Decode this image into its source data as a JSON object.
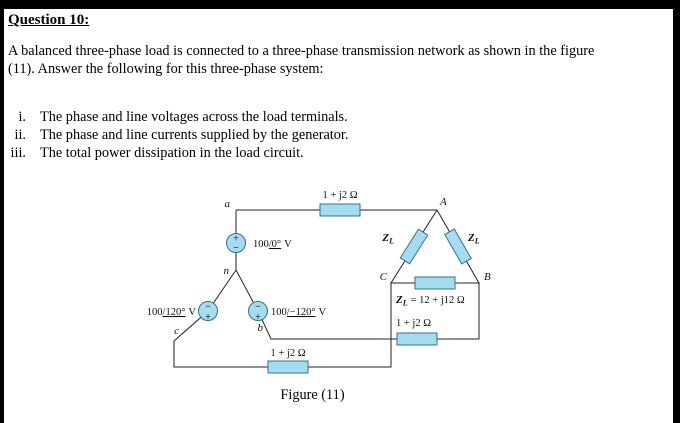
{
  "header": {
    "title": "Question 10:"
  },
  "intro": {
    "line1": "A balanced three-phase load is connected to a three-phase transmission network as shown in the figure",
    "line2": "(11). Answer the following for this three-phase system:"
  },
  "questions": [
    {
      "numeral": "i.",
      "text": "The phase and line voltages across the load terminals."
    },
    {
      "numeral": "ii.",
      "text": "The phase and line currents supplied by the generator."
    },
    {
      "numeral": "iii.",
      "text": "The total power dissipation in the load circuit."
    }
  ],
  "figure": {
    "caption": "Figure (11)",
    "colors": {
      "component_fill": "#a5dcf2",
      "component_stroke": "#34708c",
      "wire": "#222222"
    },
    "nodes": {
      "a": "a",
      "n": "n",
      "b": "b",
      "c": "c",
      "A": "A",
      "B": "B",
      "C": "C"
    },
    "sources": {
      "van": {
        "mag": "100",
        "ang": "/0°",
        "unit": "V"
      },
      "vcn": {
        "mag": "100",
        "ang": "/120°",
        "unit": "V"
      },
      "vbn": {
        "mag": "100",
        "ang": "/−120°",
        "unit": "V"
      }
    },
    "marks": {
      "plus": "+",
      "minus": "−"
    },
    "line_impedance": "1 + j2 Ω",
    "load": {
      "sym": "Z",
      "sub": "L"
    },
    "load_value_rest": "= 12 + j12 Ω"
  }
}
